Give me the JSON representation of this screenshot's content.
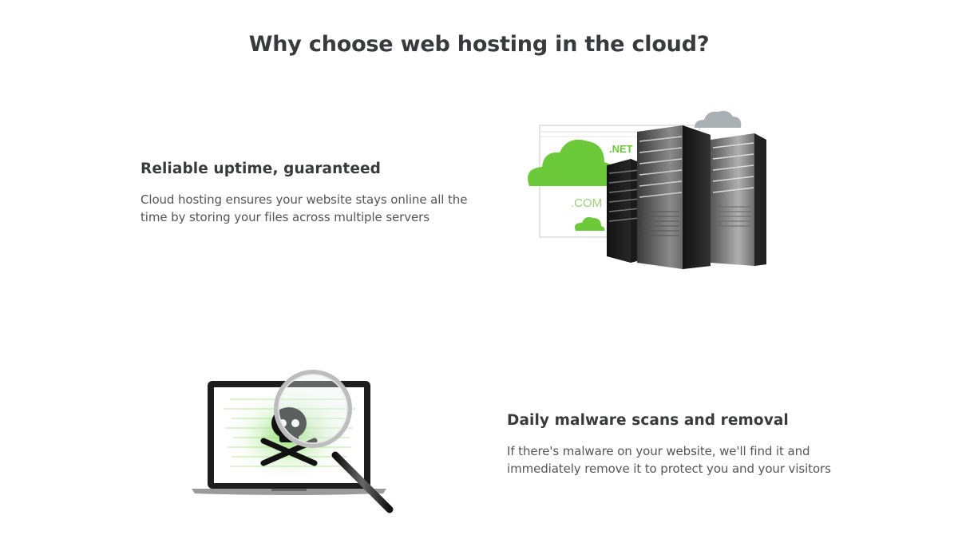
{
  "page": {
    "title": "Why choose web hosting in the cloud?"
  },
  "features": [
    {
      "heading": "Reliable uptime, guaranteed",
      "description": "Cloud hosting ensures your website stays online all the time by storing your files across multiple servers",
      "illustration": {
        "type": "servers-with-clouds",
        "labels": [
          ".NET",
          ".COM"
        ]
      }
    },
    {
      "heading": "Daily malware scans and removal",
      "description": "If there's malware on your website, we'll find it and immediately remove it to protect you and your visitors",
      "illustration": {
        "type": "laptop-skull-magnifier"
      }
    }
  ],
  "colors": {
    "heading": "#393a3d",
    "body_text": "#555555",
    "accent_green": "#6cc93a",
    "server_dark": "#2a2a2a",
    "cloud_gray": "#a9b0b4"
  }
}
